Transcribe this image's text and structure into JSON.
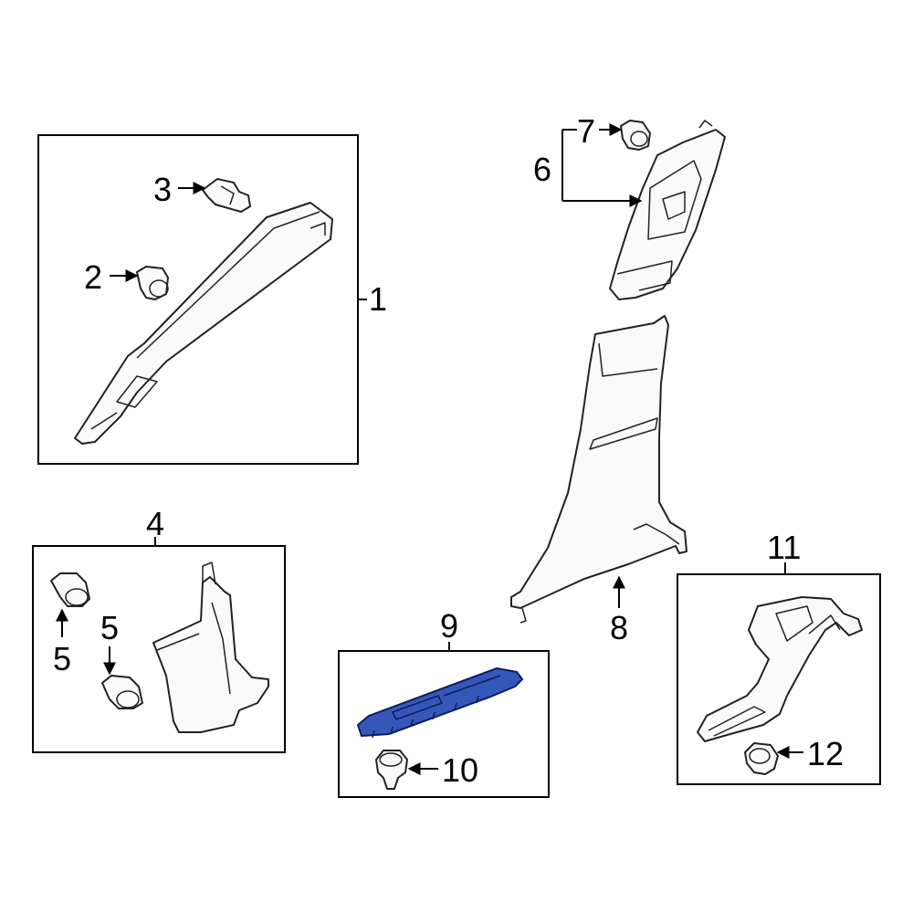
{
  "callouts": {
    "c1": "1",
    "c2": "2",
    "c3": "3",
    "c4": "4",
    "c5a": "5",
    "c5b": "5",
    "c6": "6",
    "c7": "7",
    "c8": "8",
    "c9": "9",
    "c10": "10",
    "c11": "11",
    "c12": "12"
  },
  "colors": {
    "highlight": "#3558b8",
    "line": "#000000"
  },
  "highlighted_part": "9"
}
